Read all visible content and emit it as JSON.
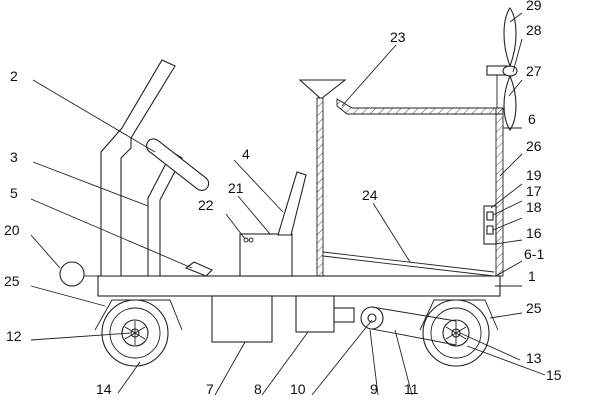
{
  "labels": {
    "l1": "1",
    "l2": "2",
    "l3": "3",
    "l4": "4",
    "l5": "5",
    "l6": "6",
    "l6_1": "6-1",
    "l7": "7",
    "l8": "8",
    "l9": "9",
    "l10": "10",
    "l11": "11",
    "l12": "12",
    "l13": "13",
    "l14": "14",
    "l15": "15",
    "l16": "16",
    "l17": "17",
    "l18": "18",
    "l19": "19",
    "l20": "20",
    "l21": "21",
    "l22": "22",
    "l23": "23",
    "l24": "24",
    "l25a": "25",
    "l25b": "25",
    "l26": "26",
    "l27": "27",
    "l28": "28",
    "l29": "29"
  },
  "colors": {
    "line": "#222222",
    "background": "#ffffff"
  }
}
